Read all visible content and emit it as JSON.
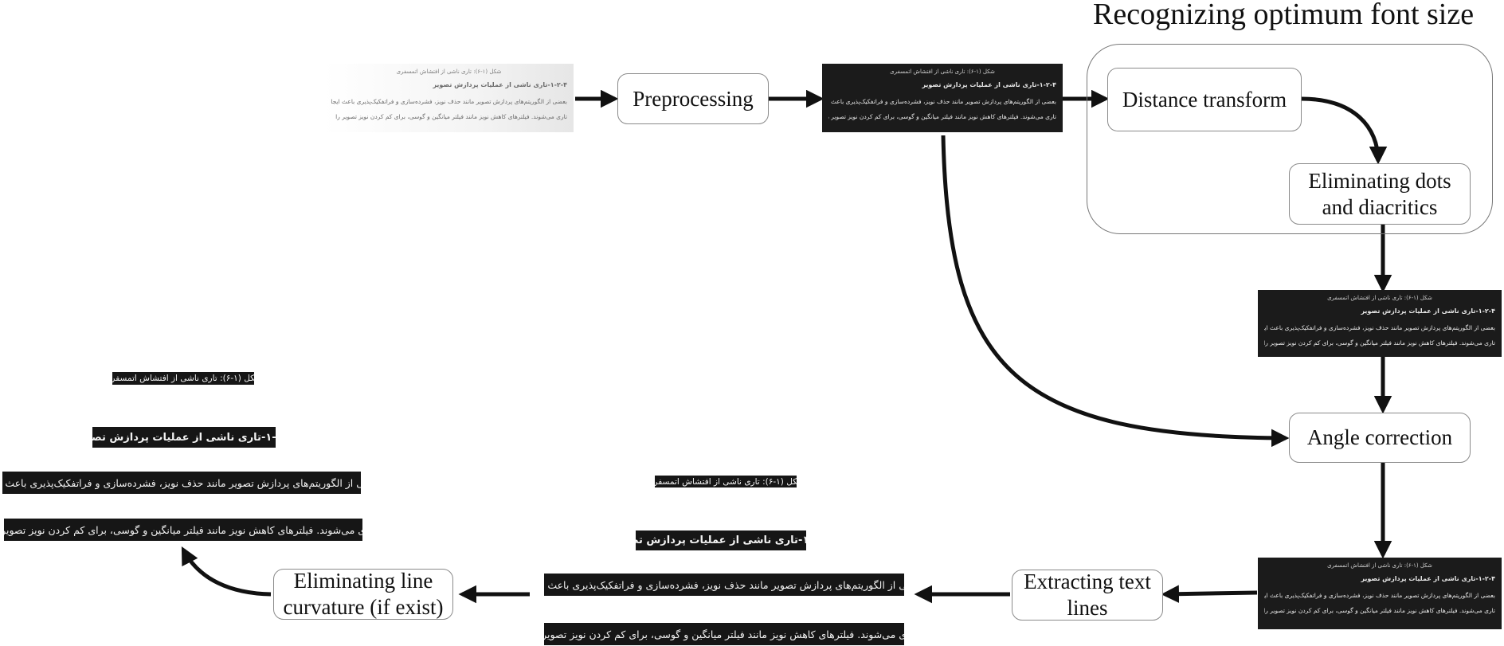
{
  "title": "Recognizing optimum font size",
  "nodes": {
    "preprocessing": "Preprocessing",
    "distance_transform": "Distance transform",
    "eliminating_dots": [
      "Eliminating dots",
      "and diacritics"
    ],
    "angle_correction": "Angle correction",
    "extracting_text_lines": [
      "Extracting text",
      "lines"
    ],
    "eliminating_curvature": [
      "Eliminating line",
      "curvature (if exist)"
    ]
  },
  "sample_text": {
    "caption": "شکل (۱-۶): تاری ناشی از افتشاش اتمسفری",
    "heading": "۱-۲-۴-تاری ناشی از عملیات پردازش تصویر",
    "line1": "بعضی از الگوریتم‌های پردازش تصویر مانند حذف نویز، فشرده‌سازی و فراتفکیک‌پذیری باعث ایجاد",
    "line2": "تاری می‌شوند. فیلترهای کاهش نویز مانند فیلتر میانگین و گوسی، برای کم کردن نویز تصویر را"
  },
  "colors": {
    "image_background": "#1b1b1b",
    "arrow": "#111111",
    "node_border": "#8a8a8a",
    "group_border": "#777777"
  }
}
